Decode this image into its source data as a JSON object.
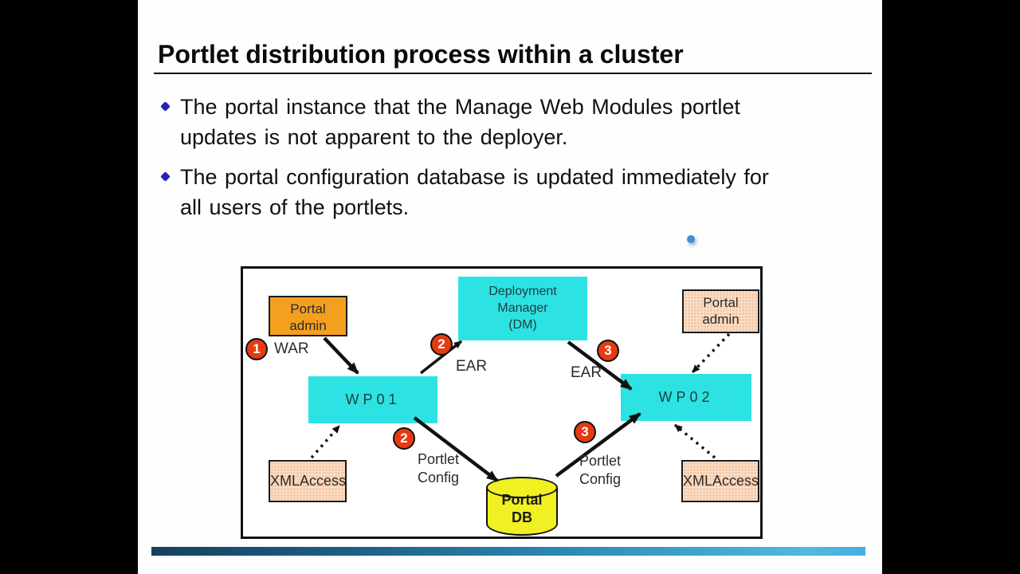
{
  "slide": {
    "title": "Portlet distribution process within a cluster",
    "bullets": [
      {
        "line1": "The portal instance that the Manage Web Modules portlet",
        "line2": "updates is not apparent to the deployer."
      },
      {
        "line1": "The portal configuration database is updated immediately for",
        "line2": "all users of the portlets."
      }
    ]
  },
  "diagram": {
    "nodes": {
      "portal_admin_left": {
        "line1": "Portal",
        "line2": "admin"
      },
      "deployment_manager": {
        "line1": "Deployment",
        "line2": "Manager",
        "line3": "(DM)"
      },
      "portal_admin_right": {
        "line1": "Portal",
        "line2": "admin"
      },
      "wp01": {
        "label": "WP01"
      },
      "wp02": {
        "label": "WP02"
      },
      "xmlaccess_left": {
        "label": "XMLAccess"
      },
      "xmlaccess_right": {
        "label": "XMLAccess"
      },
      "portal_db": {
        "line1": "Portal",
        "line2": "DB"
      }
    },
    "steps": {
      "step1": "1",
      "step2a": "2",
      "step2b": "2",
      "step3a": "3",
      "step3b": "3"
    },
    "edge_labels": {
      "war": "WAR",
      "ear_left": "EAR",
      "ear_right": "EAR",
      "portlet_config_left_1": "Portlet",
      "portlet_config_left_2": "Config",
      "portlet_config_right_1": "Portlet",
      "portlet_config_right_2": "Config"
    }
  },
  "colors": {
    "node_cyan": "#2de2e2",
    "node_orange": "#f4a01f",
    "node_salmon": "#f6c9a6",
    "db_yellow": "#f0f022",
    "badge_red": "#e63a12",
    "bullet_blue": "#2323bb",
    "ring_blue": "#3f8edd",
    "bar_gradient_start": "#16415f",
    "bar_gradient_end": "#47aede"
  }
}
